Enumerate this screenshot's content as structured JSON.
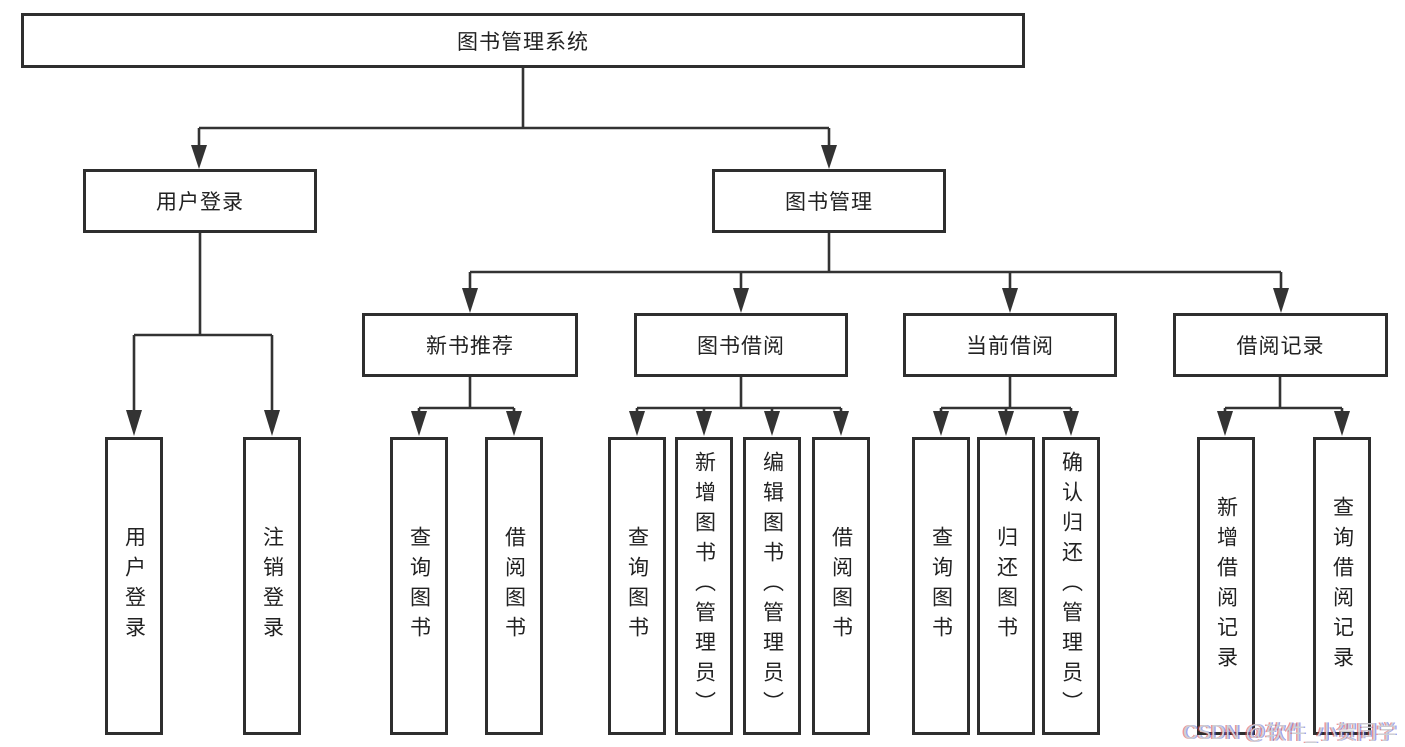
{
  "colors": {
    "background": "#ffffff",
    "line": "#333333",
    "box_border": "#2e2e2e",
    "text": "#222222",
    "watermark_text": "#cdd0d4"
  },
  "tree": {
    "root": "图书管理系统",
    "branches": [
      {
        "label": "用户登录",
        "children": [
          "用户登录",
          "注销登录"
        ]
      },
      {
        "label": "图书管理",
        "groups": [
          {
            "label": "新书推荐",
            "children": [
              "查询图书",
              "借阅图书"
            ]
          },
          {
            "label": "图书借阅",
            "children": [
              "查询图书",
              "新增图书（管理员）",
              "编辑图书（管理员）",
              "借阅图书"
            ]
          },
          {
            "label": "当前借阅",
            "children": [
              "查询图书",
              "归还图书",
              "确认归还（管理员）"
            ]
          },
          {
            "label": "借阅记录",
            "children": [
              "新增借阅记录",
              "查询借阅记录"
            ]
          }
        ]
      }
    ]
  },
  "watermark": "CSDN @软件_小贺同学"
}
